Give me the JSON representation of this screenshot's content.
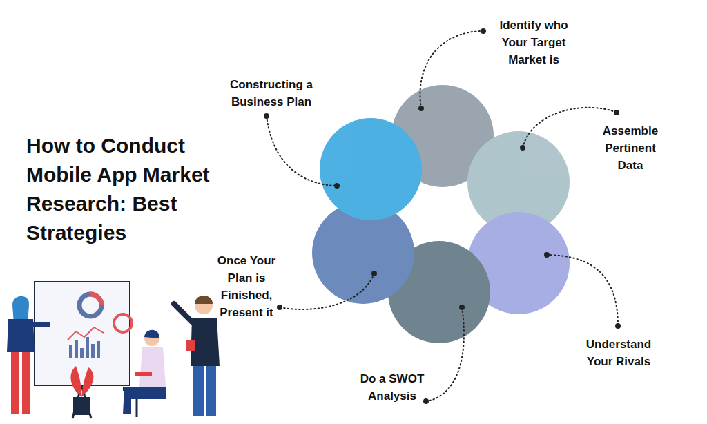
{
  "diagram": {
    "title": "How to Conduct Mobile App Market Research: Best Strategies",
    "labels": [
      "Identify who Your Target Market is",
      "Constructing a Business Plan",
      "Assemble Pertinent Data",
      "Once Your Plan is Finished, Present it",
      "Understand Your Rivals",
      "Do a SWOT Analysis"
    ]
  }
}
